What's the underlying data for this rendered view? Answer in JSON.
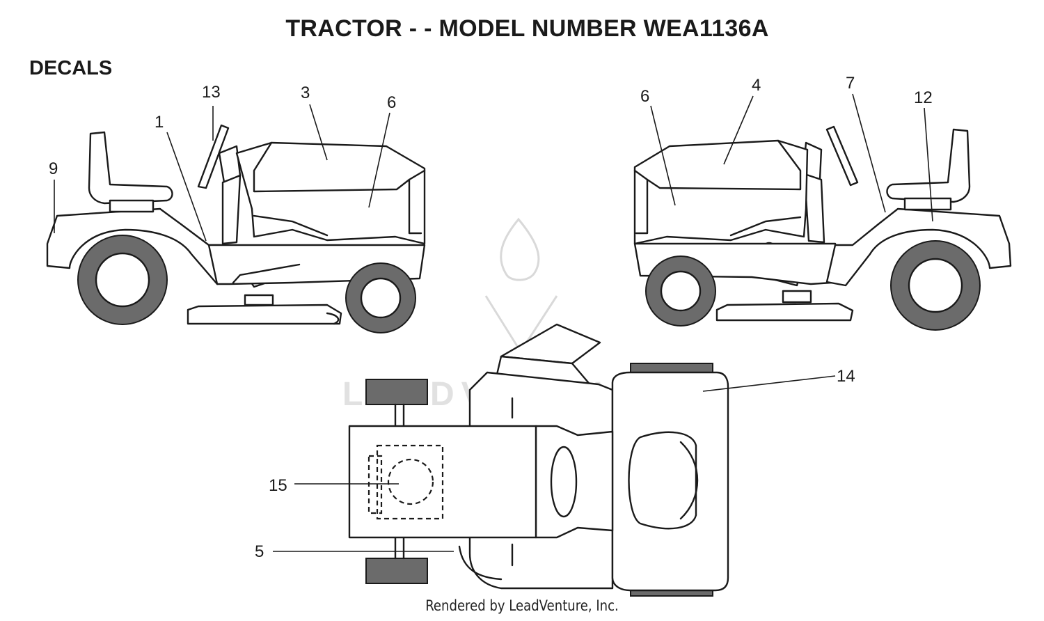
{
  "title": "TRACTOR - - MODEL NUMBER WEA1136A",
  "section": "DECALS",
  "credit": "Rendered by LeadVenture, Inc.",
  "watermark": "LEADVENTURE",
  "callouts": {
    "c9": "9",
    "c1": "1",
    "c13": "13",
    "c3": "3",
    "c6a": "6",
    "c6b": "6",
    "c4": "4",
    "c7": "7",
    "c12": "12",
    "c14": "14",
    "c15": "15",
    "c5": "5"
  }
}
